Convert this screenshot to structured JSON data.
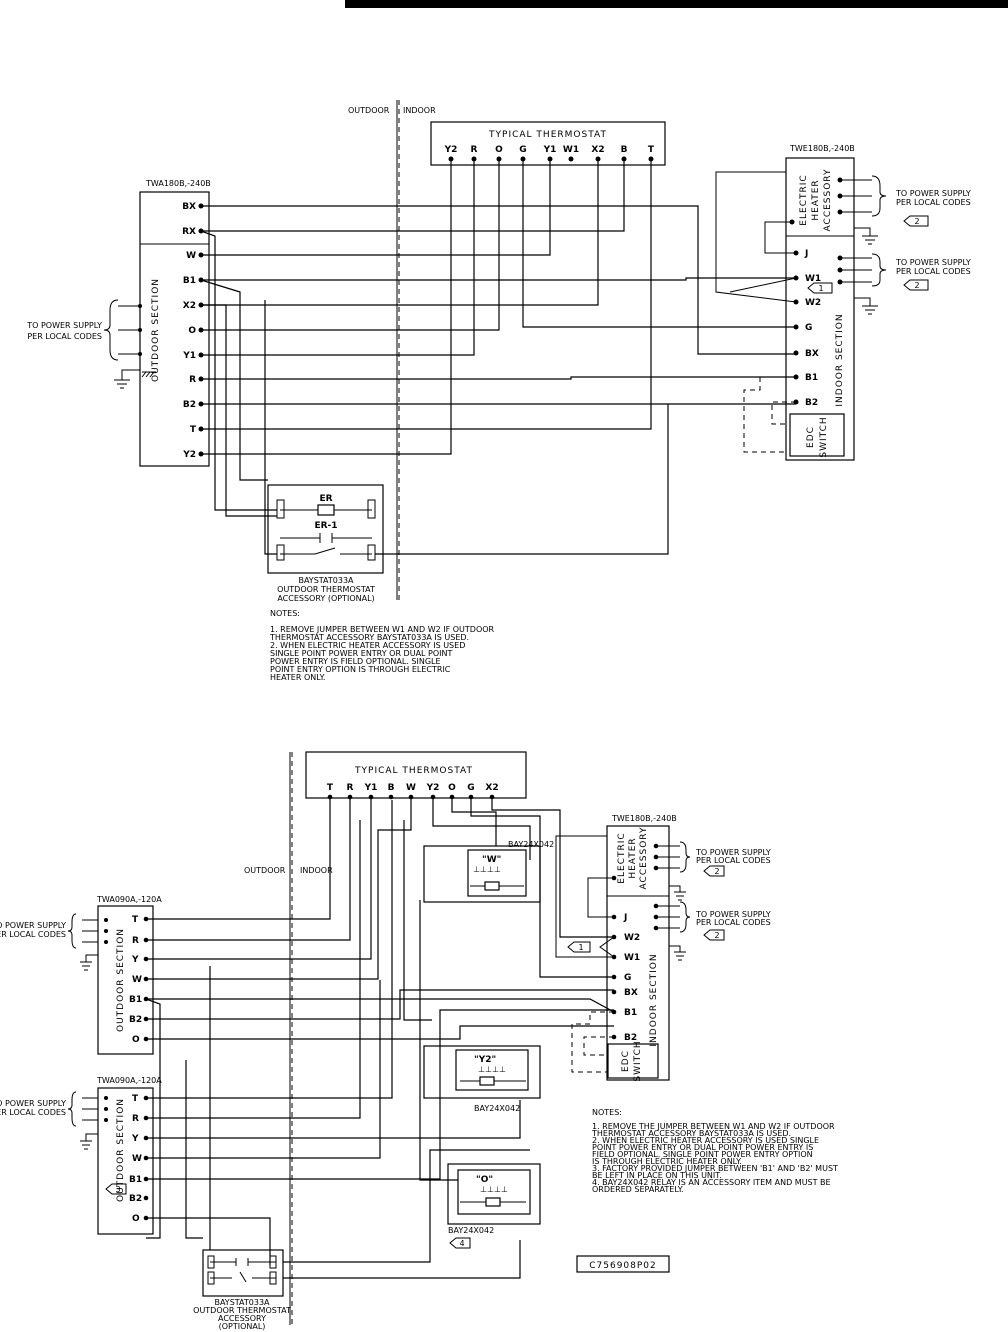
{
  "diagram1": {
    "outdoor_label": "OUTDOOR",
    "indoor_label": "INDOOR",
    "thermostat_title": "TYPICAL THERMOSTAT",
    "thermostat_terminals": [
      "Y2",
      "R",
      "O",
      "G",
      "Y1",
      "W1",
      "X2",
      "B",
      "T"
    ],
    "outdoor_unit_model": "TWA180B,-240B",
    "outdoor_section_label": "OUTDOOR SECTION",
    "outdoor_terminals": [
      "BX",
      "RX",
      "W",
      "B1",
      "X2",
      "O",
      "Y1",
      "R",
      "B2",
      "T",
      "Y2"
    ],
    "power_supply_left": [
      "TO POWER SUPPLY",
      "PER LOCAL CODES"
    ],
    "indoor_unit_model": "TWE180B,-240B",
    "heater_label": [
      "ELECTRIC",
      "HEATER",
      "ACCESSORY"
    ],
    "indoor_section_label": "INDOOR SECTION",
    "indoor_terminals": [
      "J",
      "W1",
      "W2",
      "G",
      "BX",
      "B1",
      "B2"
    ],
    "power_supply_right_1": [
      "TO POWER SUPPLY",
      "PER LOCAL CODES"
    ],
    "power_supply_right_2": [
      "TO POWER SUPPLY",
      "PER LOCAL CODES"
    ],
    "tag_1": "1",
    "tag_2a": "2",
    "tag_2b": "2",
    "edc_label": [
      "EDC",
      "SWITCH"
    ],
    "er_label": "ER",
    "er1_label": "ER-1",
    "baystat_label": [
      "BAYSTAT033A",
      "OUTDOOR THERMOSTAT",
      "ACCESSORY (OPTIONAL)"
    ],
    "notes_title": "NOTES:",
    "notes": [
      "1.  REMOVE JUMPER BETWEEN W1 AND W2 IF OUTDOOR",
      "     THERMOSTAT ACCESSORY BAYSTAT033A IS USED.",
      "2.  WHEN ELECTRIC HEATER ACCESSORY IS USED",
      "     SINGLE POINT POWER ENTRY OR DUAL POINT",
      "     POWER ENTRY IS FIELD OPTIONAL. SINGLE",
      "     POINT ENTRY OPTION IS THROUGH ELECTRIC",
      "     HEATER ONLY."
    ]
  },
  "diagram2": {
    "outdoor_label": "OUTDOOR",
    "indoor_label": "INDOOR",
    "thermostat_title": "TYPICAL THERMOSTAT",
    "thermostat_terminals": [
      "T",
      "R",
      "Y1",
      "B",
      "W",
      "Y2",
      "O",
      "G",
      "X2"
    ],
    "outdoor_unit_1_model": "TWA090A,-120A",
    "outdoor_unit_1_terminals": [
      "T",
      "R",
      "Y",
      "W",
      "B1",
      "B2",
      "O"
    ],
    "outdoor_unit_2_model": "TWA090A,-120A",
    "outdoor_unit_2_terminals": [
      "T",
      "R",
      "Y",
      "W",
      "B1",
      "B2",
      "O"
    ],
    "outdoor_section_label": "OUTDOOR SECTION",
    "power_supply_1": [
      "TO POWER SUPPLY",
      "PER LOCAL CODES"
    ],
    "power_supply_2": [
      "TO POWER SUPPLY",
      "PER LOCAL CODES"
    ],
    "tag_3": "3",
    "indoor_unit_model": "TWE180B,-240B",
    "heater_label": [
      "ELECTRIC",
      "HEATER",
      "ACCESSORY"
    ],
    "indoor_section_label": "INDOOR SECTION",
    "indoor_terminals": [
      "J",
      "W2",
      "W1",
      "G",
      "BX",
      "B1",
      "B2"
    ],
    "power_supply_right_1": [
      "TO POWER SUPPLY",
      "PER LOCAL CODES"
    ],
    "power_supply_right_2": [
      "TO POWER SUPPLY",
      "PER LOCAL CODES"
    ],
    "tag_1": "1",
    "tag_2a": "2",
    "tag_2b": "2",
    "tag_4": "4",
    "edc_label": [
      "EDC",
      "SWITCH"
    ],
    "relay_top_label": "BAY24X042",
    "relay_mid_label": "BAY24X042",
    "relay_bot_label": "BAY24X042",
    "relay_w_name": "\"W\"",
    "relay_y2_name": "\"Y2\"",
    "relay_o_name": "\"O\"",
    "baystat_label": [
      "BAYSTAT033A",
      "OUTDOOR THERMOSTAT",
      "ACCESSORY",
      "(OPTIONAL)"
    ],
    "notes_title": "NOTES:",
    "notes": [
      "1.  REMOVE THE JUMPER BETWEEN W1 AND W2 IF OUTDOOR",
      "     THERMOSTAT ACCESSORY BAYSTAT033A IS USED.",
      "2.  WHEN ELECTRIC HEATER ACCESSORY IS USED SINGLE",
      "     POINT POWER ENTRY OR DUAL POINT POWER ENTRY IS",
      "     FIELD OPTIONAL. SINGLE POINT POWER ENTRY OPTION",
      "     IS THROUGH ELECTRIC HEATER ONLY.",
      "3.  FACTORY PROVIDED JUMPER BETWEEN 'B1' AND 'B2' MUST",
      "     BE LEFT IN PLACE ON THIS UNIT.",
      "4.  BAY24X042 RELAY IS AN ACCESSORY ITEM AND MUST BE",
      "     ORDERED SEPARATELY."
    ],
    "drawing_number": "C756908P02"
  }
}
